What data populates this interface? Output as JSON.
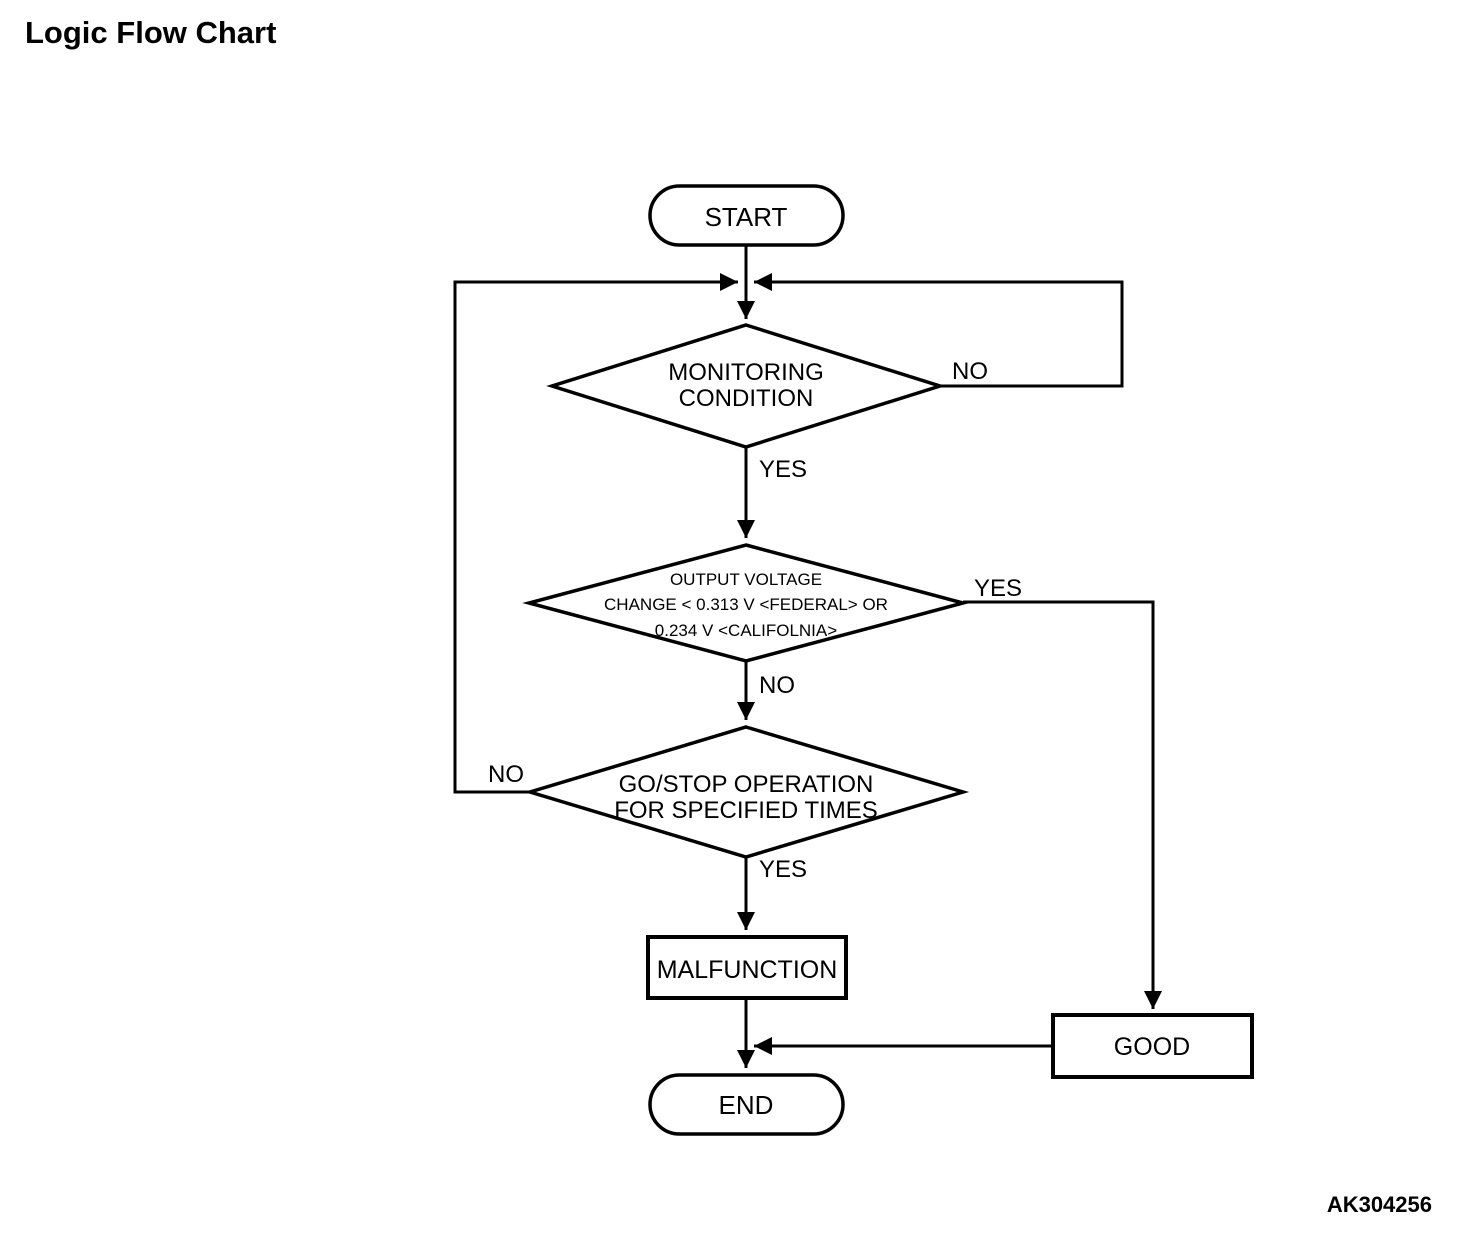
{
  "title": "Logic Flow Chart",
  "figure_code": "AK304256",
  "flowchart": {
    "start": {
      "label": "START"
    },
    "monitoring_decision": {
      "line1": "MONITORING",
      "line2": "CONDITION",
      "no": "NO",
      "yes": "YES"
    },
    "voltage_decision": {
      "line1": "OUTPUT VOLTAGE",
      "line2": "CHANGE < 0.313 V <FEDERAL> OR",
      "line3": "0.234 V <CALIFOLNIA>",
      "yes": "YES",
      "no": "NO"
    },
    "gostop_decision": {
      "line1": "GO/STOP OPERATION",
      "line2": "FOR SPECIFIED TIMES",
      "no": "NO",
      "yes": "YES"
    },
    "malfunction": {
      "label": "MALFUNCTION"
    },
    "good": {
      "label": "GOOD"
    },
    "end": {
      "label": "END"
    }
  }
}
